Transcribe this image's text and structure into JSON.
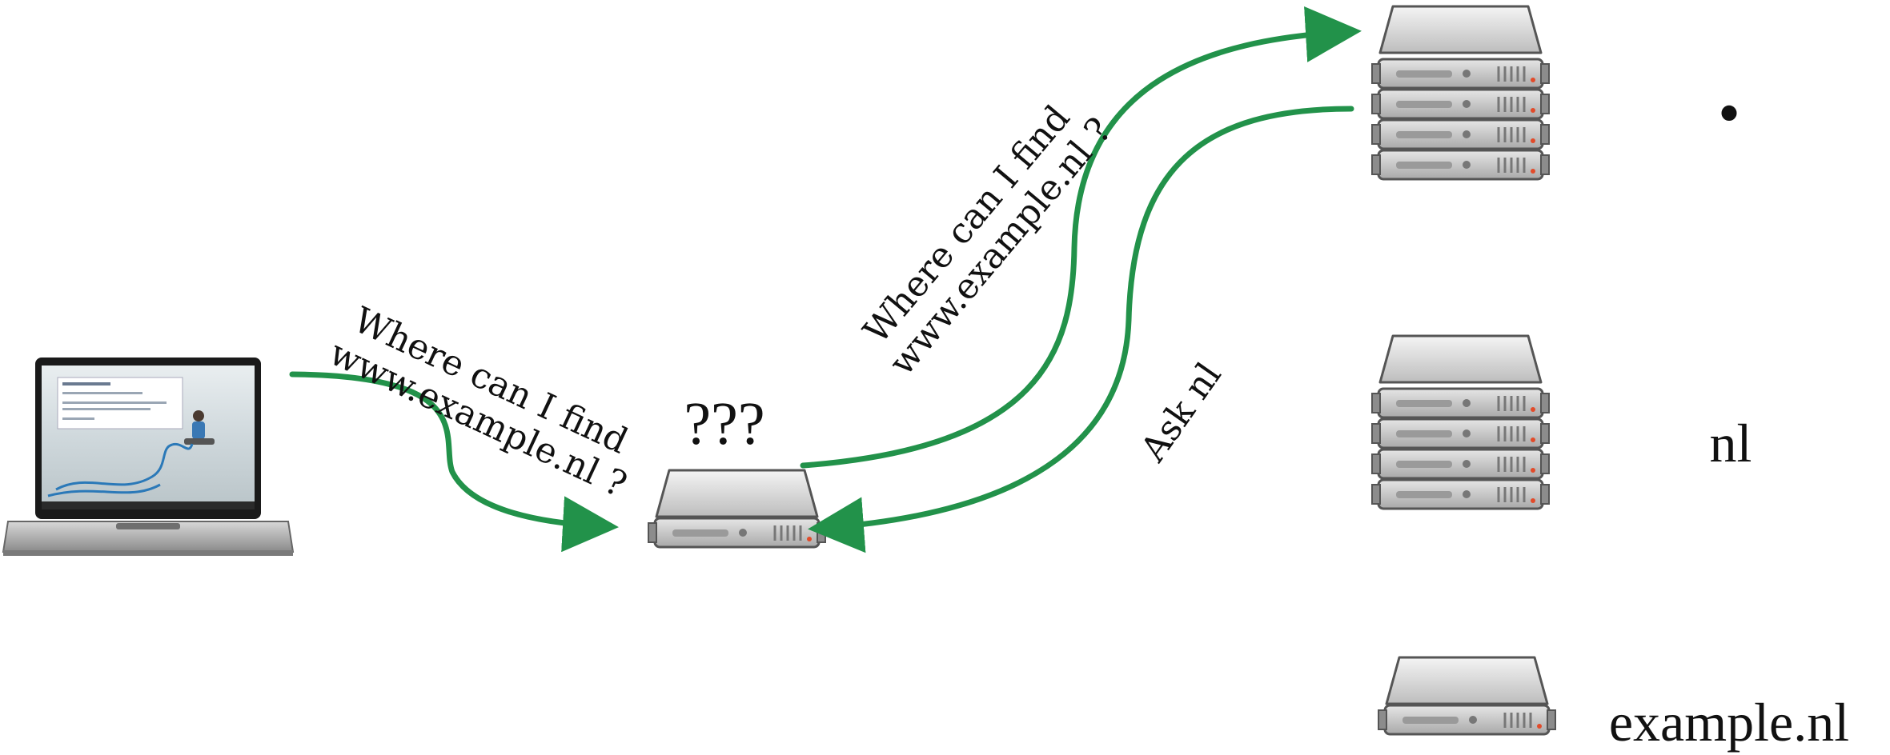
{
  "colors": {
    "arrow": "#22924a",
    "server_body": "#c9c9c9",
    "led": "#e24b2a",
    "text": "#111111"
  },
  "laptop": {
    "screen_popup_lines": [
      "",
      "",
      "",
      ""
    ]
  },
  "resolver": {
    "unknown_label": "???"
  },
  "messages": {
    "client_query_line1": "Where can I find",
    "client_query_line2": "www.example.nl ?",
    "resolver_query_line1": "Where can I find",
    "resolver_query_line2": "www.example.nl ?",
    "root_reply": "Ask nl"
  },
  "zones": {
    "root": "•",
    "tld": "nl",
    "domain": "example.nl"
  }
}
